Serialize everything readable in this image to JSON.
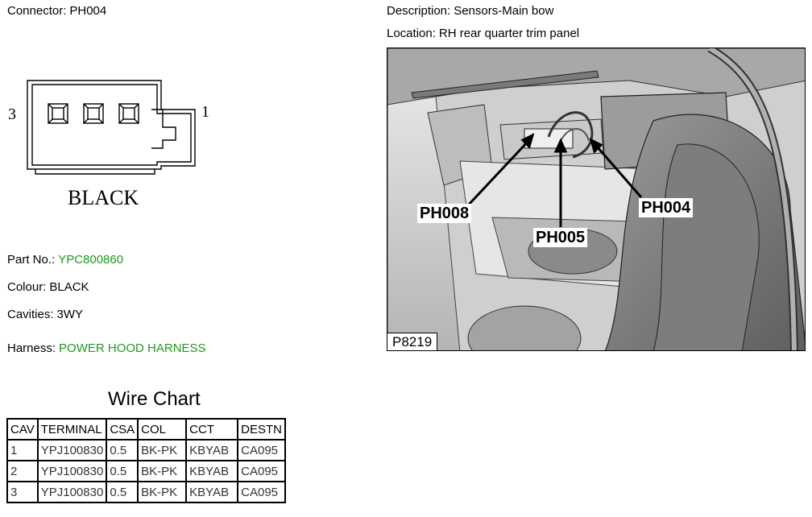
{
  "connector": {
    "label": "Connector:",
    "value": "PH004"
  },
  "description": {
    "label": "Description:",
    "value": "Sensors-Main bow"
  },
  "location": {
    "label": "Location:",
    "value": "RH rear quarter trim panel"
  },
  "diagram": {
    "pin_left": "3",
    "pin_right": "1",
    "colour_text": "BLACK"
  },
  "part_no": {
    "label": "Part No.:",
    "value": "YPC800860"
  },
  "colour": {
    "label": "Colour:",
    "value": "BLACK"
  },
  "cavities": {
    "label": "Cavities:",
    "value": "3WY"
  },
  "harness": {
    "label": "Harness:",
    "value": "POWER HOOD HARNESS"
  },
  "wire_chart": {
    "title": "Wire Chart",
    "headers": [
      "CAV",
      "TERMINAL",
      "CSA",
      "COL",
      "CCT",
      "DESTN"
    ],
    "rows": [
      [
        "1",
        "YPJ100830",
        "0.5",
        "BK-PK",
        "KBYAB",
        "CA095"
      ],
      [
        "2",
        "YPJ100830",
        "0.5",
        "BK-PK",
        "KBYAB",
        "CA095"
      ],
      [
        "3",
        "YPJ100830",
        "0.5",
        "BK-PK",
        "KBYAB",
        "CA095"
      ]
    ]
  },
  "photo": {
    "callouts": {
      "ph008": "PH008",
      "ph005": "PH005",
      "ph004": "PH004"
    },
    "image_id": "P8219"
  },
  "colors": {
    "link_green": "#1f9a1f"
  }
}
